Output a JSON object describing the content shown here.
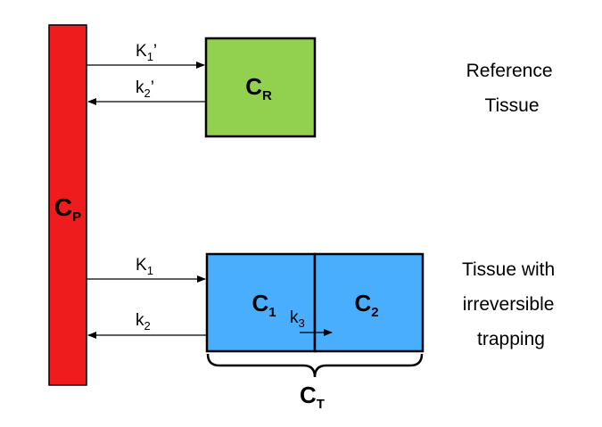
{
  "plasma": {
    "label": "C",
    "sub": "P",
    "color": "#ee1c1c"
  },
  "reference": {
    "label": "C",
    "sub": "R",
    "color": "#92d050",
    "caption": [
      "Reference",
      "Tissue"
    ]
  },
  "target": {
    "compartments": [
      {
        "label": "C",
        "sub": "1"
      },
      {
        "label": "C",
        "sub": "2"
      }
    ],
    "color": "#4aaeff",
    "total": {
      "label": "C",
      "sub": "T"
    },
    "caption": [
      "Tissue with",
      "irreversible",
      "trapping"
    ]
  },
  "rates": {
    "k1_ref": {
      "base": "K",
      "sub": "1",
      "prime": "’"
    },
    "k2_ref": {
      "base": "k",
      "sub": "2",
      "prime": "’"
    },
    "k1": {
      "base": "K",
      "sub": "1"
    },
    "k2": {
      "base": "k",
      "sub": "2"
    },
    "k3": {
      "base": "k",
      "sub": "3"
    }
  }
}
